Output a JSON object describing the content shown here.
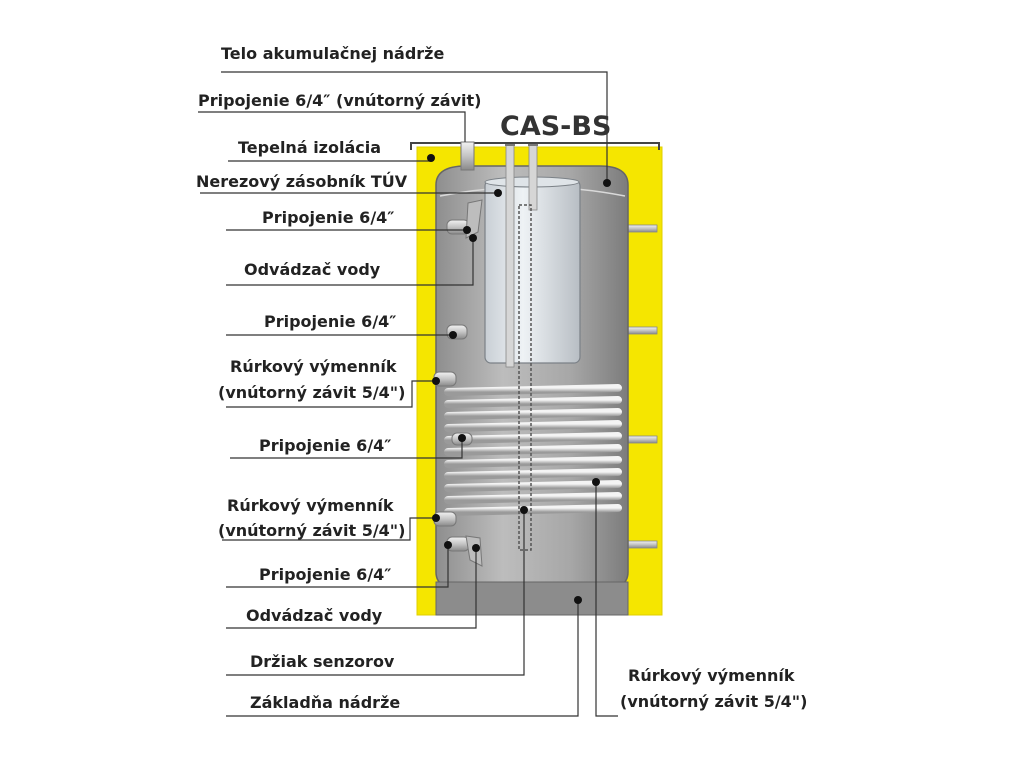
{
  "title": "CAS-BS",
  "labels": {
    "body": "Telo akumulačnej nádrže",
    "top_connection": "Pripojenie 6/4″ (vnútorný závit)",
    "insulation": "Tepelná izolácia",
    "stainless_tank": "Nerezový zásobník TÚV",
    "connection_1": "Pripojenie 6/4″",
    "drain_1": "Odvádzač vody",
    "connection_2": "Pripojenie 6/4″",
    "coil_1_line1": "Rúrkový výmenník",
    "coil_1_line2": "(vnútorný závit 5/4\")",
    "connection_3": "Pripojenie 6/4″",
    "coil_2_line1": "Rúrkový výmenník",
    "coil_2_line2": "(vnútorný závit 5/4\")",
    "connection_4": "Pripojenie 6/4″",
    "drain_2": "Odvádzač vody",
    "sensor_holder": "Držiak senzorov",
    "base": "Základňa nádrže",
    "coil_3_line1": "Rúrkový výmenník",
    "coil_3_line2": "(vnútorný závit 5/4\")"
  },
  "colors": {
    "insulation": "#f5e600",
    "tank": "#a9a9a9",
    "line": "#333333"
  }
}
